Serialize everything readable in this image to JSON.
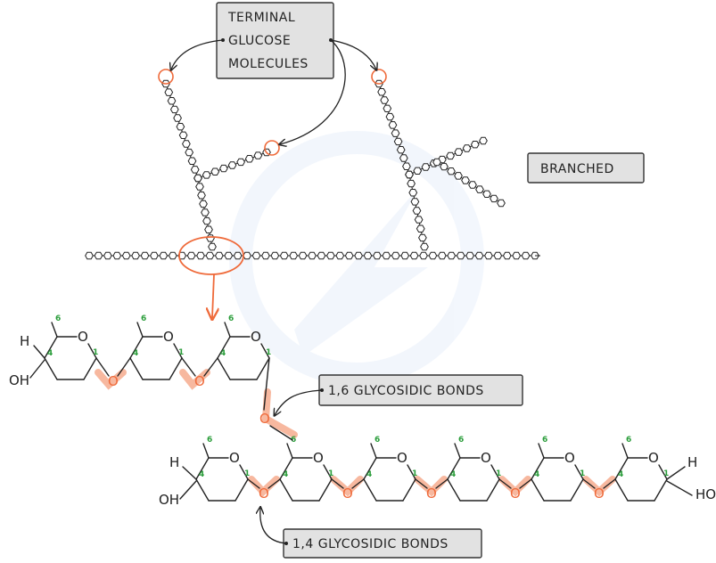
{
  "labels": {
    "terminal_line1": "TERMINAL",
    "terminal_line2": "GLUCOSE",
    "terminal_line3": "MOLECULES",
    "branched": "BRANCHED",
    "bond16": "1,6  GLYCOSIDIC  BONDS",
    "bond14": "1,4  GLYCOSIDIC  BONDS"
  },
  "atoms": {
    "H": "H",
    "OH": "OH",
    "HO": "HO",
    "O": "O"
  },
  "carbon_numbers": {
    "c1": "1",
    "c4": "4",
    "c6": "6"
  },
  "colors": {
    "highlight": "#ef6a3a",
    "glow": "#f4a07f",
    "carbon_number": "#2a9d3a",
    "box_fill": "#e2e2e2"
  }
}
